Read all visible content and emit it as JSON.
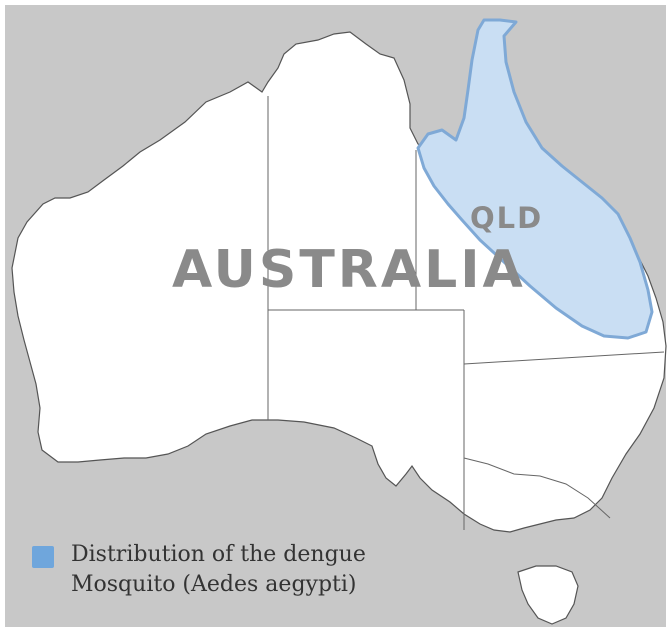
{
  "map": {
    "country_label": "AUSTRALIA",
    "region_label": "QLD",
    "legend": {
      "line1": "Distribution of the dengue",
      "line2": "Mosquito (Aedes aegypti)"
    }
  },
  "colors": {
    "ocean": "#c8c8c8",
    "land": "#ffffff",
    "border": "#666666",
    "coast": "#555555",
    "distribution_fill": "#c9def3",
    "distribution_edge": "#7fa9d6",
    "legend_swatch": "#6fa6dc",
    "label_text": "#8a8a8a"
  }
}
